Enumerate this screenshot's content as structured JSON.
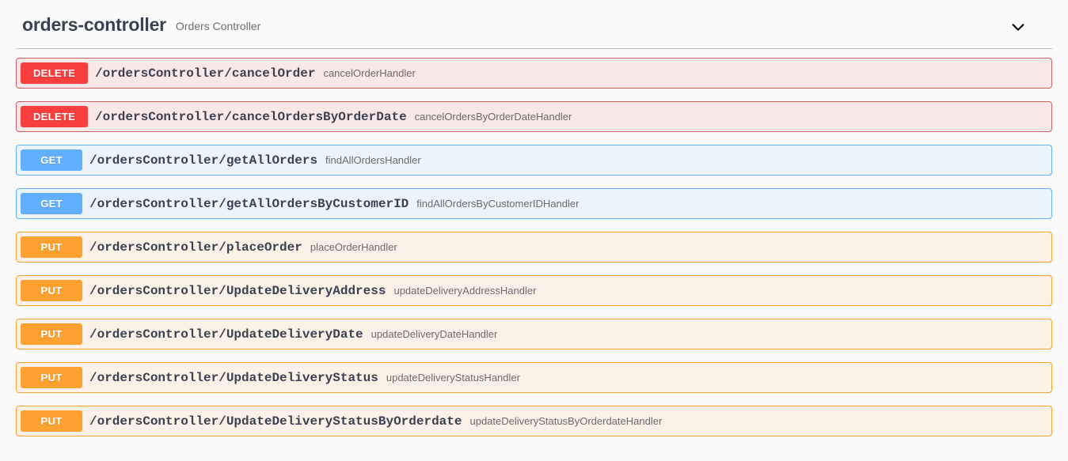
{
  "tag": {
    "name": "orders-controller",
    "description": "Orders Controller",
    "collapse_icon": "chevron-down-icon",
    "expanded": true
  },
  "colors": {
    "get_badge": "#61affe",
    "get_row_bg": "#ebf3fb",
    "get_row_border": "#61affe",
    "put_badge": "#fca130",
    "put_row_bg": "#fbf1e6",
    "put_row_border": "#fca130",
    "delete_badge": "#f93e3e",
    "delete_row_bg": "#fae7e7",
    "delete_row_border": "#cc6066",
    "title_text": "#3b4151",
    "summary_text": "#6b6b6b",
    "page_bg": "#fafafa"
  },
  "operations": [
    {
      "method": "DELETE",
      "method_class": "delete",
      "path": "/ordersController/cancelOrder",
      "summary": "cancelOrderHandler"
    },
    {
      "method": "DELETE",
      "method_class": "delete",
      "path": "/ordersController/cancelOrdersByOrderDate",
      "summary": "cancelOrdersByOrderDateHandler"
    },
    {
      "method": "GET",
      "method_class": "get",
      "path": "/ordersController/getAllOrders",
      "summary": "findAllOrdersHandler"
    },
    {
      "method": "GET",
      "method_class": "get",
      "path": "/ordersController/getAllOrdersByCustomerID",
      "summary": "findAllOrdersByCustomerIDHandler"
    },
    {
      "method": "PUT",
      "method_class": "put",
      "path": "/ordersController/placeOrder",
      "summary": "placeOrderHandler"
    },
    {
      "method": "PUT",
      "method_class": "put",
      "path": "/ordersController/UpdateDeliveryAddress",
      "summary": "updateDeliveryAddressHandler"
    },
    {
      "method": "PUT",
      "method_class": "put",
      "path": "/ordersController/UpdateDeliveryDate",
      "summary": "updateDeliveryDateHandler"
    },
    {
      "method": "PUT",
      "method_class": "put",
      "path": "/ordersController/UpdateDeliveryStatus",
      "summary": "updateDeliveryStatusHandler"
    },
    {
      "method": "PUT",
      "method_class": "put",
      "path": "/ordersController/UpdateDeliveryStatusByOrderdate",
      "summary": "updateDeliveryStatusByOrderdateHandler"
    }
  ]
}
